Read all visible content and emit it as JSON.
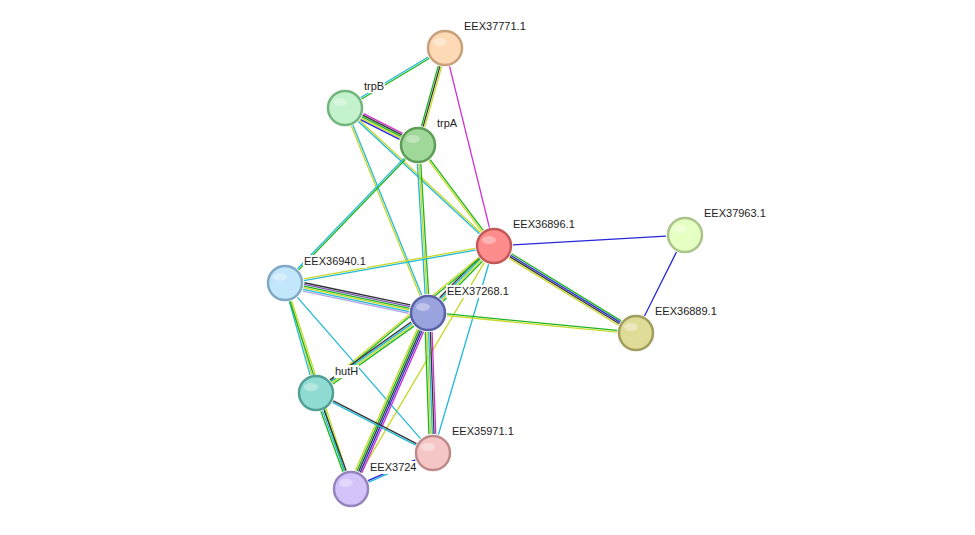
{
  "diagram": {
    "nodes": [
      {
        "text": [
          "EEX37771.1"
        ]
      },
      {
        "text": [
          "trpB"
        ]
      },
      {
        "text": [
          "trpA"
        ]
      },
      {
        "text": [
          "EEX36896.1"
        ]
      },
      {
        "text": [
          "EEX37963.1"
        ]
      },
      {
        "text": [
          "EEX36940.1"
        ]
      },
      {
        "text": [
          "EEX37268.1"
        ]
      },
      {
        "text": [
          "EEX36889.1"
        ]
      },
      {
        "text": [
          "hutH"
        ]
      },
      {
        "text": [
          "EEX35971.1"
        ]
      },
      {
        "text": [
          "EEX3724"
        ]
      }
    ],
    "edges": [
      {
        "from": 1,
        "to": 0,
        "arrow": "none"
      },
      {
        "from": 2,
        "to": 0,
        "arrow": "none"
      },
      {
        "from": 1,
        "to": 2,
        "arrow": "none"
      },
      {
        "from": 0,
        "to": 3,
        "arrow": "none"
      },
      {
        "from": 1,
        "to": 3,
        "arrow": "none"
      },
      {
        "from": 2,
        "to": 3,
        "arrow": "none"
      },
      {
        "from": 1,
        "to": 6,
        "arrow": "none"
      },
      {
        "from": 2,
        "to": 6,
        "arrow": "none"
      },
      {
        "from": 2,
        "to": 5,
        "arrow": "none"
      },
      {
        "from": 3,
        "to": 4,
        "arrow": "none"
      },
      {
        "from": 4,
        "to": 7,
        "arrow": "none"
      },
      {
        "from": 3,
        "to": 7,
        "arrow": "none"
      },
      {
        "from": 3,
        "to": 5,
        "arrow": "none"
      },
      {
        "from": 3,
        "to": 6,
        "arrow": "none"
      },
      {
        "from": 3,
        "to": 8,
        "arrow": "none"
      },
      {
        "from": 3,
        "to": 9,
        "arrow": "none"
      },
      {
        "from": 3,
        "to": 10,
        "arrow": "none"
      },
      {
        "from": 5,
        "to": 6,
        "arrow": "none"
      },
      {
        "from": 5,
        "to": 8,
        "arrow": "none"
      },
      {
        "from": 5,
        "to": 9,
        "arrow": "none"
      },
      {
        "from": 5,
        "to": 10,
        "arrow": "none"
      },
      {
        "from": 6,
        "to": 7,
        "arrow": "none"
      },
      {
        "from": 6,
        "to": 8,
        "arrow": "none"
      },
      {
        "from": 6,
        "to": 9,
        "arrow": "none"
      },
      {
        "from": 6,
        "to": 10,
        "arrow": "none"
      },
      {
        "from": 8,
        "to": 9,
        "arrow": "none"
      },
      {
        "from": 8,
        "to": 10,
        "arrow": "none"
      },
      {
        "from": 9,
        "to": 10,
        "arrow": "none"
      }
    ]
  }
}
